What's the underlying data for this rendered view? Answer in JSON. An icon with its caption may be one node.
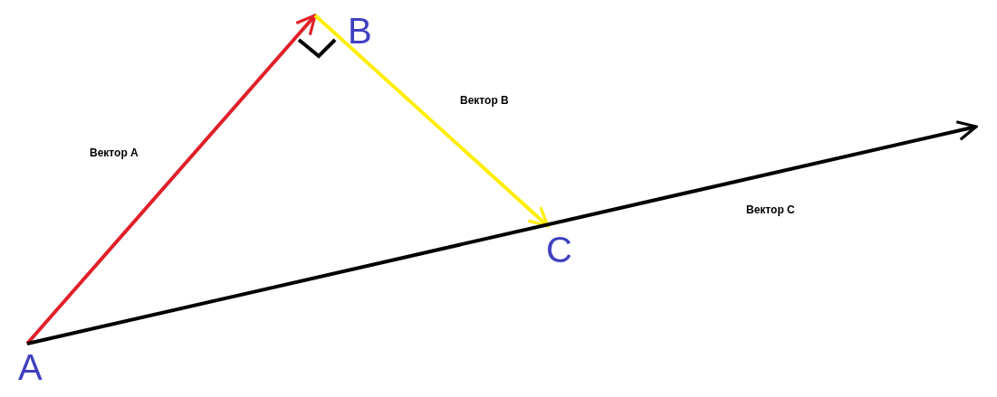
{
  "diagram": {
    "nodes": [
      {
        "text": [
          "A"
        ]
      },
      {
        "text": [
          "B"
        ]
      },
      {
        "text": [
          "C"
        ]
      }
    ],
    "edges": [
      {
        "from": 0,
        "to": 1,
        "arrow": "to",
        "label": "Вектор A",
        "color": "#e0202a"
      },
      {
        "from": 1,
        "to": 2,
        "arrow": "to",
        "label": "Вектор B",
        "color": "#ffee00"
      },
      {
        "from": 0,
        "to": null,
        "arrow": "to",
        "label": "Вектор C",
        "color": "#000000"
      }
    ]
  }
}
